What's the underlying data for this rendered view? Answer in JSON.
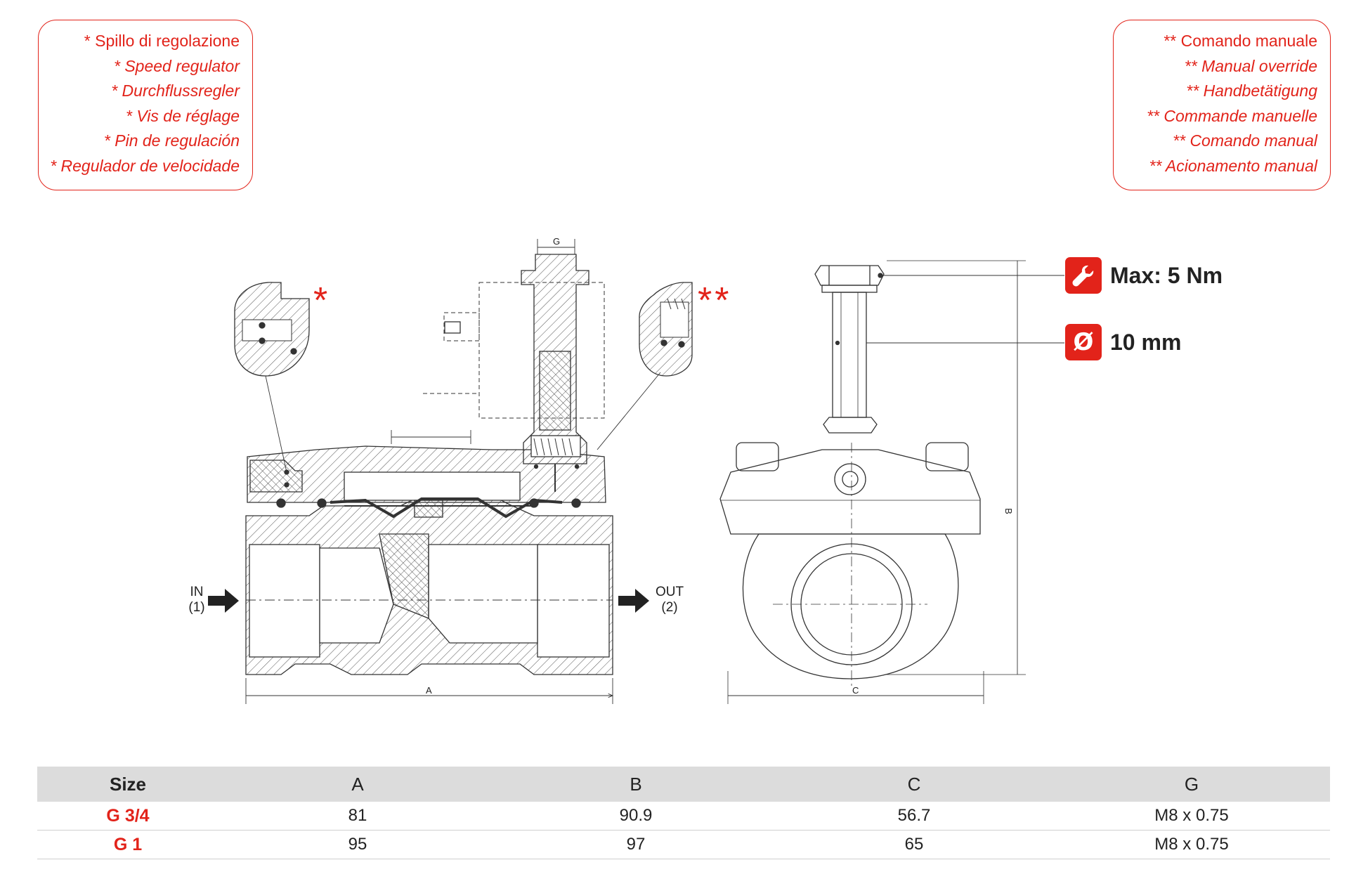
{
  "notes": {
    "left": {
      "lines": [
        "* Spillo di regolazione",
        "* Speed regulator",
        "* Durchflussregler",
        "* Vis de réglage",
        "* Pin de regulación",
        "* Regulador de velocidade"
      ]
    },
    "right": {
      "lines": [
        "** Comando manuale",
        "** Manual override",
        "** Handbetätigung",
        "** Commande manuelle",
        "** Comando manual",
        "** Acionamento manual"
      ]
    }
  },
  "callouts": {
    "single_asterisk": "*",
    "double_asterisk": "**"
  },
  "specs": {
    "torque": {
      "text": "Max: 5 Nm",
      "icon": "wrench-icon"
    },
    "diameter": {
      "text": "10 mm",
      "icon": "diameter-icon",
      "symbol": "Ø"
    }
  },
  "ports": {
    "in": {
      "line1": "IN",
      "line2": "(1)"
    },
    "out": {
      "line1": "OUT",
      "line2": "(2)"
    }
  },
  "dimensions": {
    "a": "A",
    "b": "B",
    "c": "C",
    "g": "G"
  },
  "table": {
    "headers": [
      "Size",
      "A",
      "B",
      "C",
      "G"
    ],
    "rows": [
      [
        "G 3/4",
        "81",
        "90.9",
        "56.7",
        "M8 x 0.75"
      ],
      [
        "G 1",
        "95",
        "97",
        "65",
        "M8 x 0.75"
      ]
    ]
  },
  "colors": {
    "accent": "#e2231a",
    "header_bg": "#dcdcdc",
    "line": "#333333"
  }
}
